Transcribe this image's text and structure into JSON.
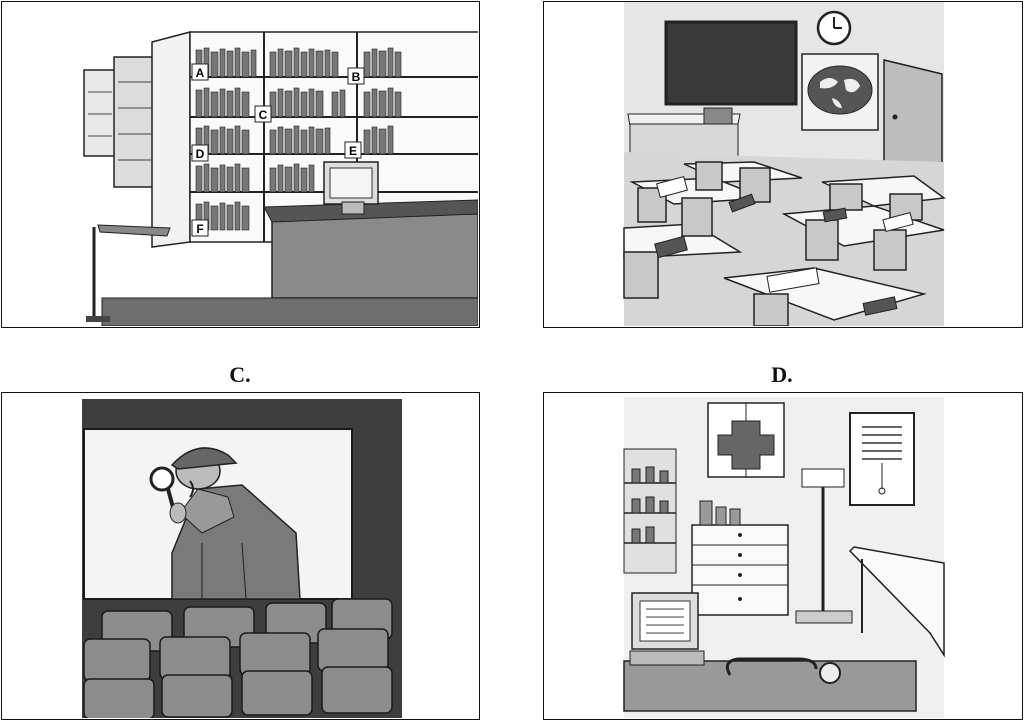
{
  "labels": {
    "c": "C.",
    "d": "D."
  },
  "library_shelf_letters": [
    "A",
    "B",
    "C",
    "D",
    "E",
    "F"
  ]
}
